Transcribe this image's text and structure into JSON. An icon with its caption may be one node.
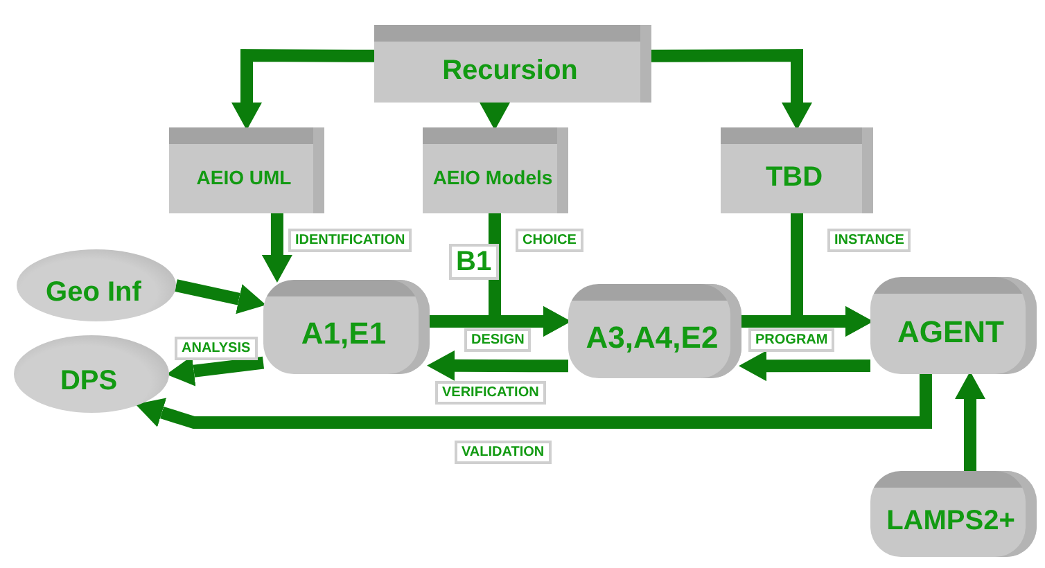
{
  "diagram": {
    "nodes": [
      {
        "text": [
          "Recursion"
        ]
      },
      {
        "text": [
          "AEIO UML"
        ]
      },
      {
        "text": [
          "AEIO Models"
        ]
      },
      {
        "text": [
          "TBD"
        ]
      },
      {
        "text": [
          "Geo Inf"
        ]
      },
      {
        "text": [
          "DPS"
        ]
      },
      {
        "text": [
          "A1,E1"
        ]
      },
      {
        "text": [
          "A3,A4,E2"
        ]
      },
      {
        "text": [
          "AGENT"
        ]
      },
      {
        "text": [
          "LAMPS2+"
        ]
      }
    ],
    "edges": [
      {
        "from": 0,
        "to": 1,
        "arrow": "to"
      },
      {
        "from": 0,
        "to": 2,
        "arrow": "to"
      },
      {
        "from": 0,
        "to": 3,
        "arrow": "to"
      },
      {
        "from": 1,
        "to": 6,
        "arrow": "to",
        "label": "IDENTIFICATION"
      },
      {
        "from": 2,
        "to": 7,
        "arrow": "to",
        "label": "CHOICE"
      },
      {
        "from": 3,
        "to": 8,
        "arrow": "to",
        "label": "INSTANCE"
      },
      {
        "from": 4,
        "to": 6,
        "arrow": "to"
      },
      {
        "from": 6,
        "to": 5,
        "arrow": "to",
        "label": "ANALYSIS"
      },
      {
        "from": 6,
        "to": 7,
        "arrow": "to",
        "label": "DESIGN"
      },
      {
        "from": 7,
        "to": 6,
        "arrow": "to",
        "label": "VERIFICATION"
      },
      {
        "from": 7,
        "to": 8,
        "arrow": "to",
        "label": "PROGRAM"
      },
      {
        "from": 8,
        "to": 7,
        "arrow": "to"
      },
      {
        "from": 8,
        "to": 5,
        "arrow": "to",
        "label": "VALIDATION"
      },
      {
        "from": 9,
        "to": 8,
        "arrow": "to"
      }
    ],
    "labels": [
      "B1"
    ]
  }
}
